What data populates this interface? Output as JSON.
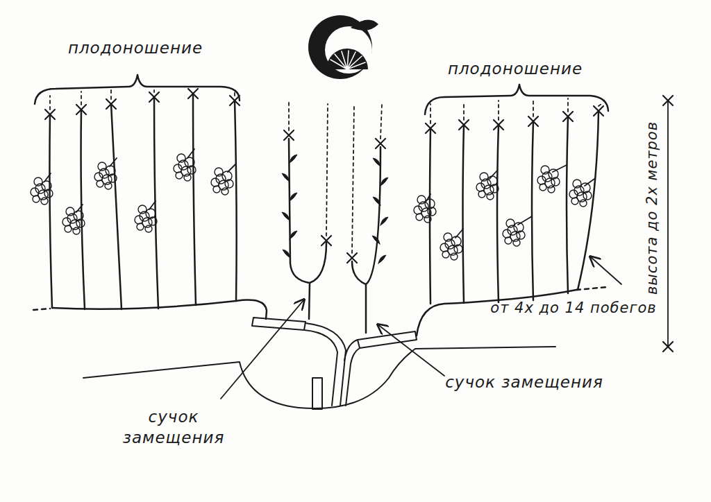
{
  "diagram": {
    "labels": [
      "плодоношение",
      "плодоношение",
      "высота до 2х метров",
      "от 4х до 14 побегов",
      "сучок замещения",
      "сучок замещения"
    ]
  }
}
